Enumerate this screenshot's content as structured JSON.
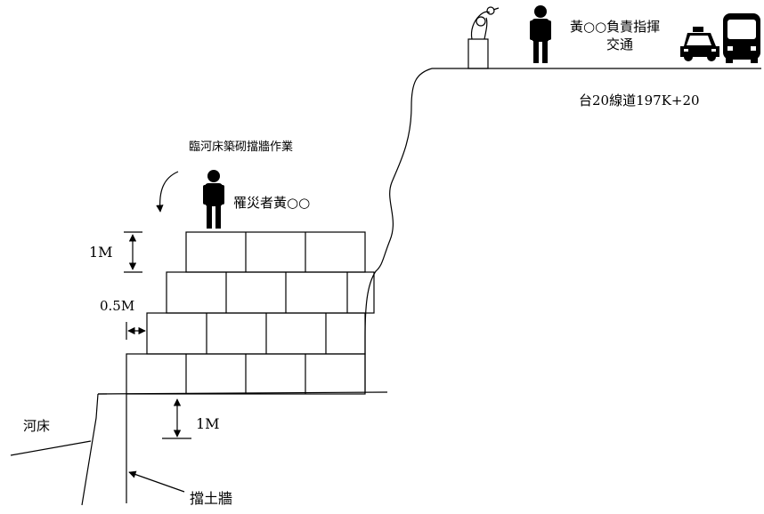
{
  "labels": {
    "work_note": "臨河床築砌擋牆作業",
    "victim": "罹災者黃○○",
    "traffic_controller_line1": "黃○○負責指揮",
    "traffic_controller_line2": "交通",
    "road_location": "台20線道197K+20",
    "riverbed": "河床",
    "retaining_wall": "擋土牆",
    "dim_block_height": "1M",
    "dim_step_offset": "0.5M",
    "dim_embed_depth": "1M"
  },
  "icons": {
    "victim": "person-icon",
    "controller": "person-icon",
    "flagger": "flagger-statue-icon",
    "taxi": "taxi-icon",
    "bus": "bus-icon"
  }
}
